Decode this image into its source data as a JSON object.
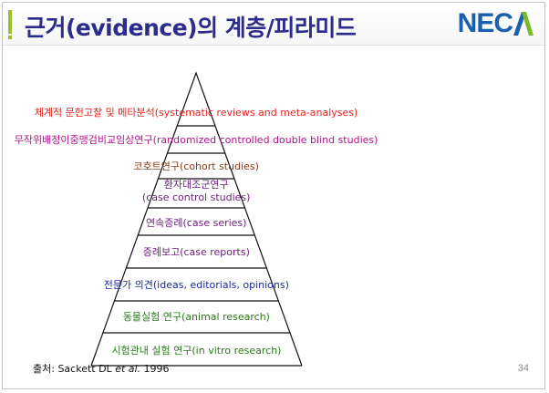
{
  "slide": {
    "title": "근거(evidence)의 계층/피라미드",
    "logo_text": "NEC",
    "page_number": "34",
    "source_prefix": "출처: Sackett DL ",
    "source_etal": "et al.",
    "source_year": " 1996"
  },
  "pyramid": {
    "levels": [
      {
        "label": "체계적 문헌고찰 및 메타분석(systematic reviews and meta-analyses)",
        "color": "#e0241b"
      },
      {
        "label": "무작위배정이중맹검비교임상연구(randomized controlled double blind studies)",
        "color": "#b0148a"
      },
      {
        "label": "코호트연구(cohort studies)",
        "color": "#8a3a1a"
      },
      {
        "label": "환자대조군연구",
        "label2": "(case control studies)",
        "color": "#6a1f7a"
      },
      {
        "label": "연속증례(case series)",
        "color": "#6a1f7a"
      },
      {
        "label": "증례보고(case reports)",
        "color": "#6a1f7a"
      },
      {
        "label": "전문가 의견(ideas, editorials, opinions)",
        "color": "#1a2a9a"
      },
      {
        "label": "동물실험 연구(animal research)",
        "color": "#2a7a1a"
      },
      {
        "label": "시험관내 실험 연구(in vitro research)",
        "color": "#2a7a1a"
      }
    ]
  },
  "colors": {
    "title": "#2c2c8a",
    "accent": "#9bbd2f",
    "logo_blue": "#1b5fae",
    "logo_green": "#7ab929"
  }
}
